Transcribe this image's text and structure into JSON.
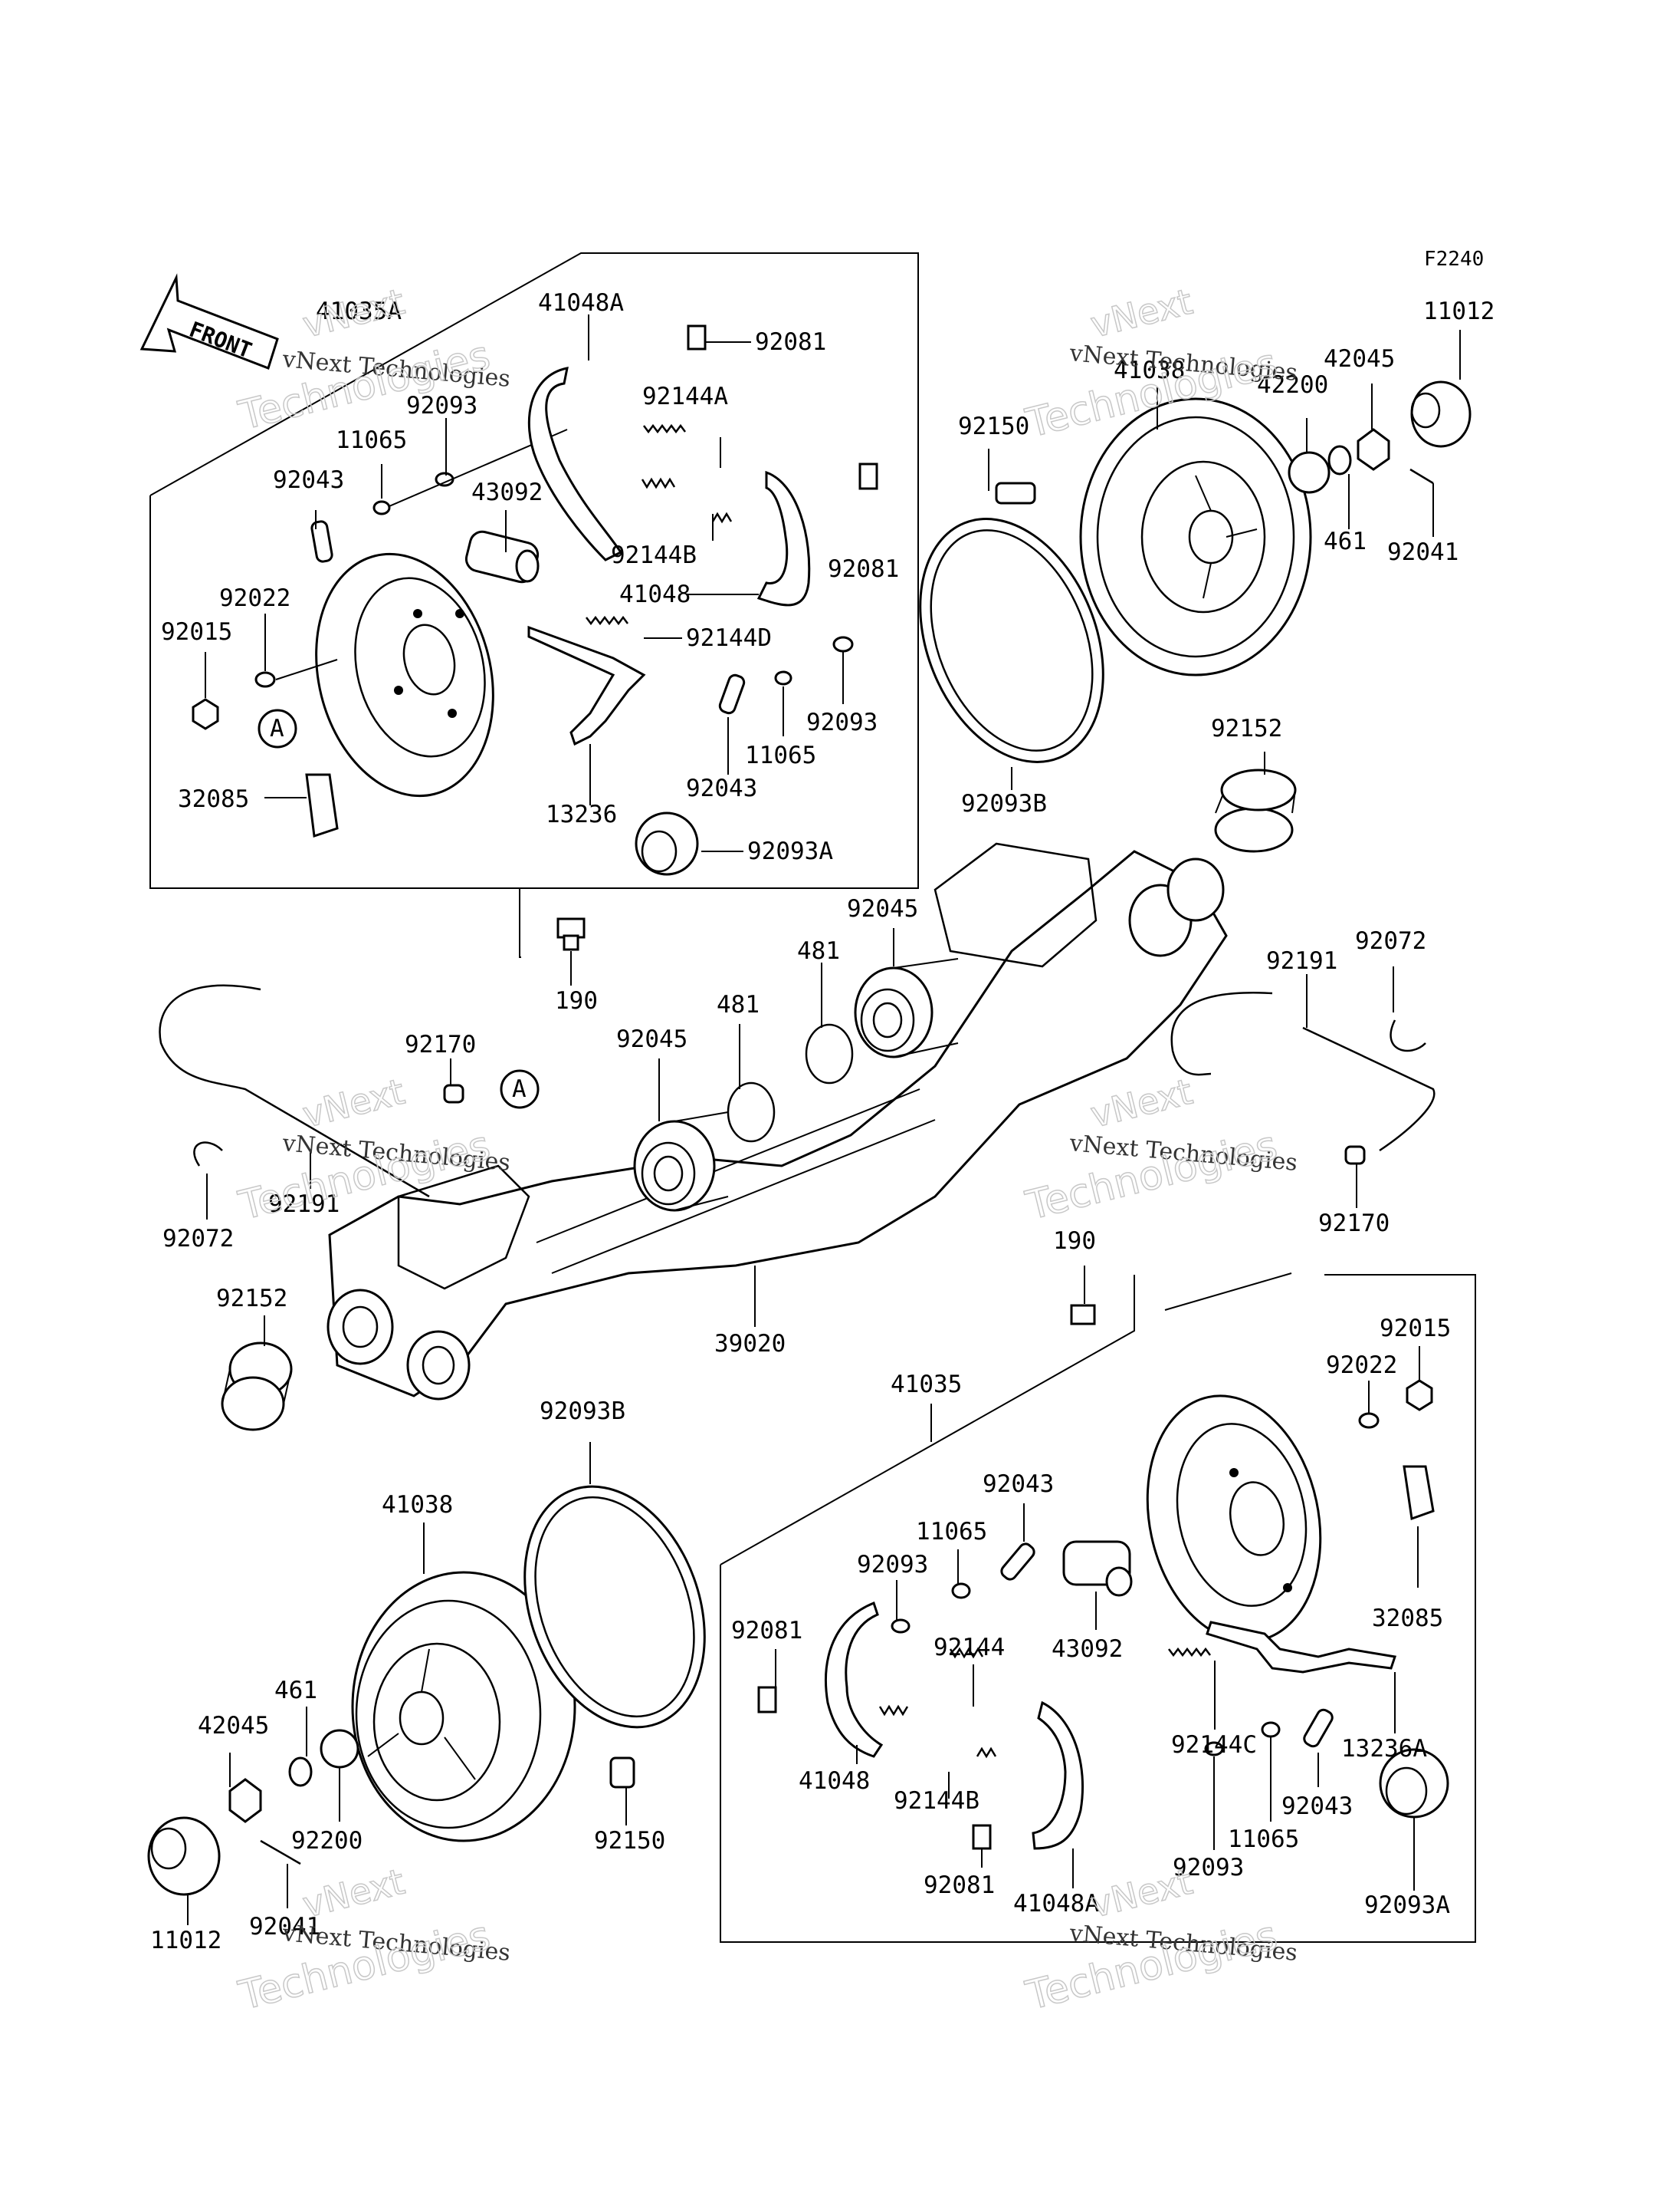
{
  "diagram_code": "F2240",
  "front_label": "FRONT",
  "ref_marker": "A",
  "watermark": {
    "line1": "vNext Technologies",
    "line2": "vNext",
    "line3": "Technologies"
  },
  "labels": {
    "l41035A": "41035A",
    "l41048A_top": "41048A",
    "l92081_top1": "92081",
    "l92144A": "92144A",
    "l92093_top": "92093",
    "l11065_top": "11065",
    "l92043_top": "92043",
    "l43092_top": "43092",
    "l92022_top": "92022",
    "l92015_top": "92015",
    "l92144B_top": "92144B",
    "l92081_top2": "92081",
    "l41048_top": "41048",
    "l92144D": "92144D",
    "l92093_top2": "92093",
    "l11065_top2": "11065",
    "l92043_top2": "92043",
    "l32085_top": "32085",
    "l13236": "13236",
    "l92093A_top": "92093A",
    "l190_top": "190",
    "l41038_top": "41038",
    "l11012_top": "11012",
    "l42045_top": "42045",
    "l42200_top": "42200",
    "l92150_top": "92150",
    "l461_top": "461",
    "l92041_top": "92041",
    "l92093B_top": "92093B",
    "l92152_top": "92152",
    "l92045_top": "92045",
    "l481_top": "481",
    "l481_mid": "481",
    "l92045_mid": "92045",
    "l92072_right": "92072",
    "l92191_right": "92191",
    "l92170_left": "92170",
    "l92072_left": "92072",
    "l92191_left": "92191",
    "l92170_right": "92170",
    "l92152_left": "92152",
    "l39020": "39020",
    "l190_right": "190",
    "l92015_bot": "92015",
    "l92022_bot": "92022",
    "l41035": "41035",
    "l92093B_bot": "92093B",
    "l41038_bot": "41038",
    "l92043_bot": "92043",
    "l11065_bot": "11065",
    "l92093_bot": "92093",
    "l92081_bot1": "92081",
    "l43092_bot": "43092",
    "l32085_bot": "32085",
    "l92144": "92144",
    "l42045_bot": "42045",
    "l461_bot": "461",
    "l92144C": "92144C",
    "l13236A": "13236A",
    "l41048_bot": "41048",
    "l92144B_bot": "92144B",
    "l92043_bot2": "92043",
    "l92200_bot": "92200",
    "l92150_bot": "92150",
    "l11065_bot2": "11065",
    "l92093_bot2": "92093",
    "l92081_bot2": "92081",
    "l41048A_bot": "41048A",
    "l92093A_bot": "92093A",
    "l11012_bot": "11012",
    "l92041_bot": "92041"
  }
}
